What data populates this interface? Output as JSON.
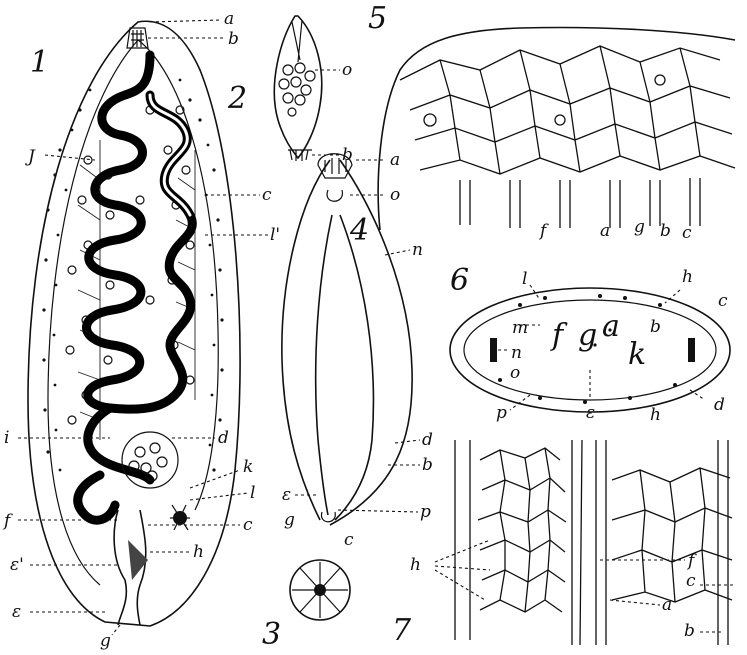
{
  "figures": [
    {
      "id": "1",
      "number": "1",
      "labels": [
        "a",
        "b",
        "J",
        "c",
        "l'",
        "i",
        "d",
        "k",
        "l",
        "f",
        "c",
        "ε'",
        "h",
        "ε",
        "g"
      ]
    },
    {
      "id": "2",
      "number": "2",
      "labels": [
        "o",
        "b"
      ]
    },
    {
      "id": "3",
      "number": "3",
      "labels": []
    },
    {
      "id": "4",
      "number": "4",
      "labels": [
        "a",
        "o",
        "n",
        "d",
        "b",
        "ε",
        "g",
        "p",
        "c"
      ]
    },
    {
      "id": "5",
      "number": "5",
      "labels": [
        "f",
        "a",
        "g",
        "b",
        "c"
      ]
    },
    {
      "id": "6",
      "number": "6",
      "labels": [
        "l",
        "h",
        "c",
        "m",
        "f",
        "g",
        "a",
        "b",
        "n",
        "o",
        "k",
        "p",
        "ε",
        "h",
        "d"
      ]
    },
    {
      "id": "7",
      "number": "7",
      "labels": [
        "h",
        "f",
        "c",
        "a",
        "b"
      ]
    }
  ]
}
